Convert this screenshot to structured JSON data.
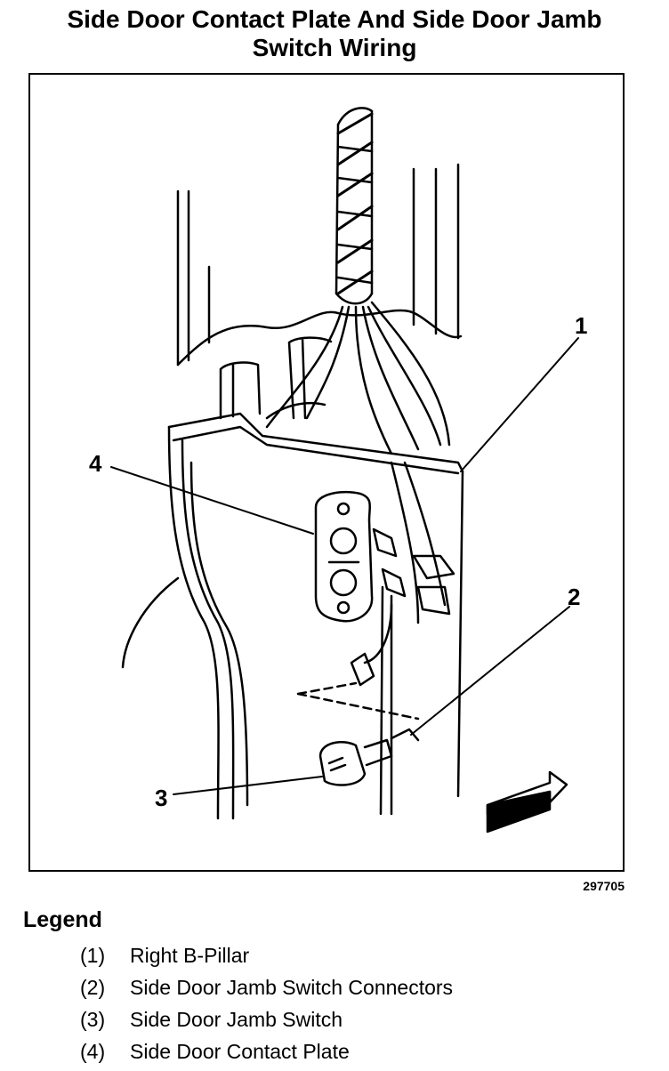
{
  "title_line1": "Side Door Contact Plate And Side Door Jamb",
  "title_line2": "Switch Wiring",
  "figure_id": "297705",
  "callouts": [
    "1",
    "2",
    "3",
    "4"
  ],
  "legend": {
    "heading": "Legend",
    "items": [
      {
        "num": "(1)",
        "label": "Right B-Pillar"
      },
      {
        "num": "(2)",
        "label": "Side Door Jamb Switch Connectors"
      },
      {
        "num": "(3)",
        "label": "Side Door Jamb Switch"
      },
      {
        "num": "(4)",
        "label": "Side Door Contact Plate"
      }
    ]
  }
}
